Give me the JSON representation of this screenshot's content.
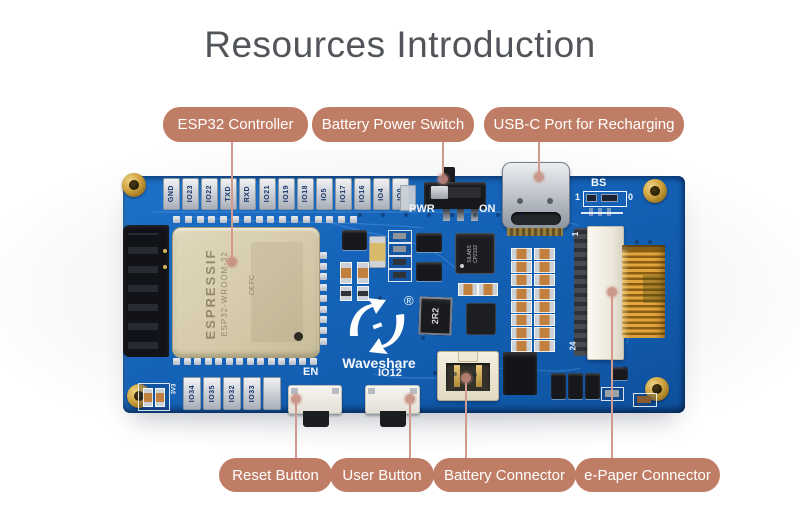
{
  "title": "Resources Introduction",
  "colors": {
    "pill_bg": "#c07d65",
    "pill_text": "#ffffff",
    "callout_line": "#d29a8c",
    "callout_dot": "#c68b7d",
    "title_text": "#515559",
    "pcb_blue": "#1563b8"
  },
  "callouts": {
    "top": [
      {
        "id": "esp32",
        "label": "ESP32 Controller"
      },
      {
        "id": "power-switch",
        "label": "Battery Power Switch"
      },
      {
        "id": "usbc",
        "label": "USB-C Port for Recharging"
      }
    ],
    "bottom": [
      {
        "id": "reset",
        "label": "Reset Button"
      },
      {
        "id": "user",
        "label": "User Button"
      },
      {
        "id": "battery",
        "label": "Battery Connector"
      },
      {
        "id": "epaper",
        "label": "e-Paper Connector"
      }
    ]
  },
  "board": {
    "top_pins": [
      "GND",
      "IO23",
      "IO22",
      "TXD",
      "RXD",
      "IO21",
      "IO19",
      "IO18",
      "IO5",
      "IO17",
      "IO16",
      "IO4",
      "IO0"
    ],
    "bottom_pins": [
      "IO34",
      "IO35",
      "IO32",
      "IO33",
      ""
    ],
    "aux_pin_label": "3V3",
    "module": {
      "brand": "ESPRESSIF",
      "model": "ESP32-WROOM-32",
      "certs": "C€ FC"
    },
    "silkscreen": {
      "pwr": "PWR",
      "on": "ON",
      "bs": "BS",
      "bs_one": "1",
      "bs_zero": "0",
      "en": "EN",
      "io12": "IO12",
      "logo_text": "Waveshare",
      "registered": "®",
      "fpc_pin1": "1",
      "fpc_pin24": "24",
      "inductor": "2R2",
      "usb_chip_line1": "SILABS",
      "usb_chip_line2": "CP2102"
    }
  }
}
